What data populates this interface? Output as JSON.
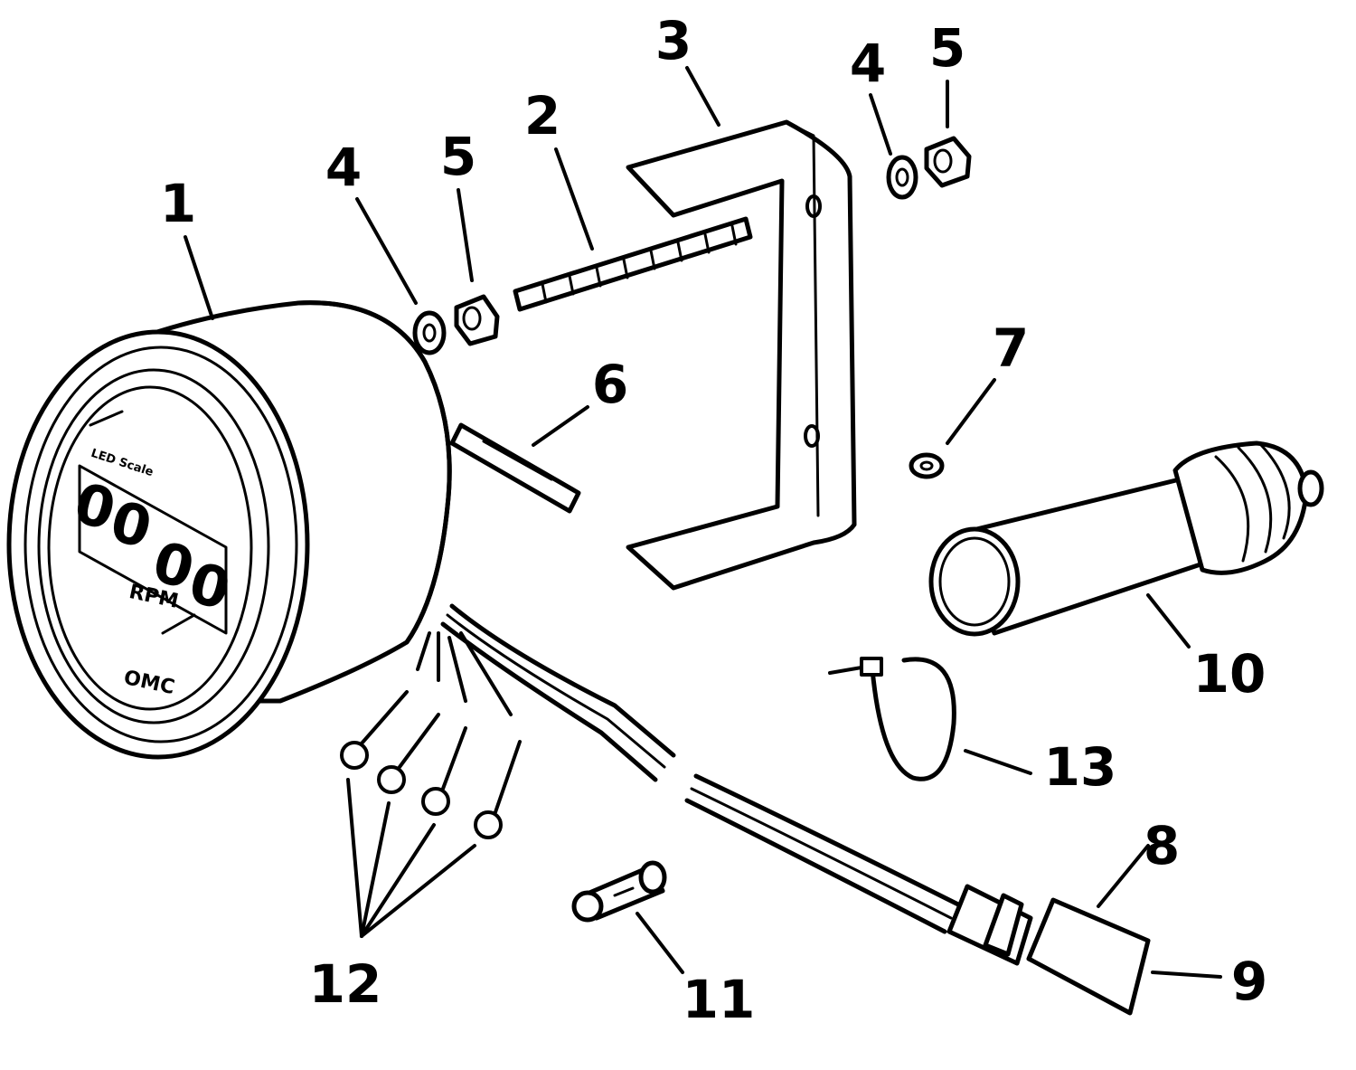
{
  "gauge": {
    "digits": "0000",
    "unit": "RPM",
    "brand": "OMC",
    "top_text": "LED Scale"
  },
  "callouts": [
    "1",
    "2",
    "3",
    "4",
    "5",
    "4",
    "5",
    "6",
    "7",
    "8",
    "9",
    "10",
    "11",
    "12",
    "13"
  ],
  "colors": {
    "ink": "#000000",
    "paper": "#ffffff"
  }
}
